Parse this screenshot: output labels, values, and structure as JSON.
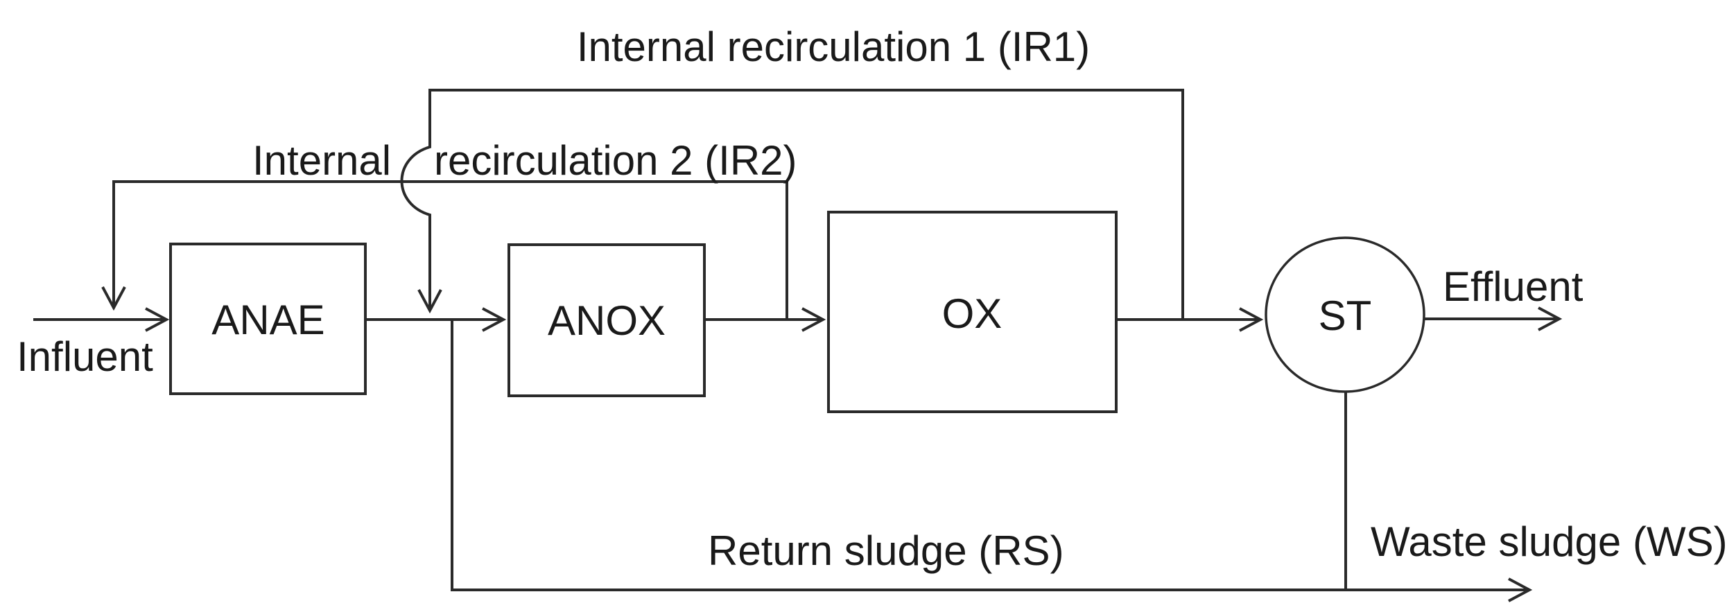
{
  "diagram": {
    "type": "process-flow-diagram",
    "subject": "activated sludge wastewater treatment train",
    "colors": {
      "background": "#ffffff",
      "line": "#2a2a2a",
      "text": "#1a1a1a"
    },
    "labels": {
      "ir1": "Internal recirculation 1 (IR1)",
      "ir2_before_gap": "Internal",
      "ir2_after_gap": "recirculation 2 (IR2)",
      "influent": "Influent",
      "effluent": "Effluent",
      "return_sludge": "Return sludge (RS)",
      "waste_sludge": "Waste sludge (WS)"
    },
    "units": {
      "anaerobic": "ANAE",
      "anoxic": "ANOX",
      "oxic": "OX",
      "settling_tank": "ST"
    }
  }
}
